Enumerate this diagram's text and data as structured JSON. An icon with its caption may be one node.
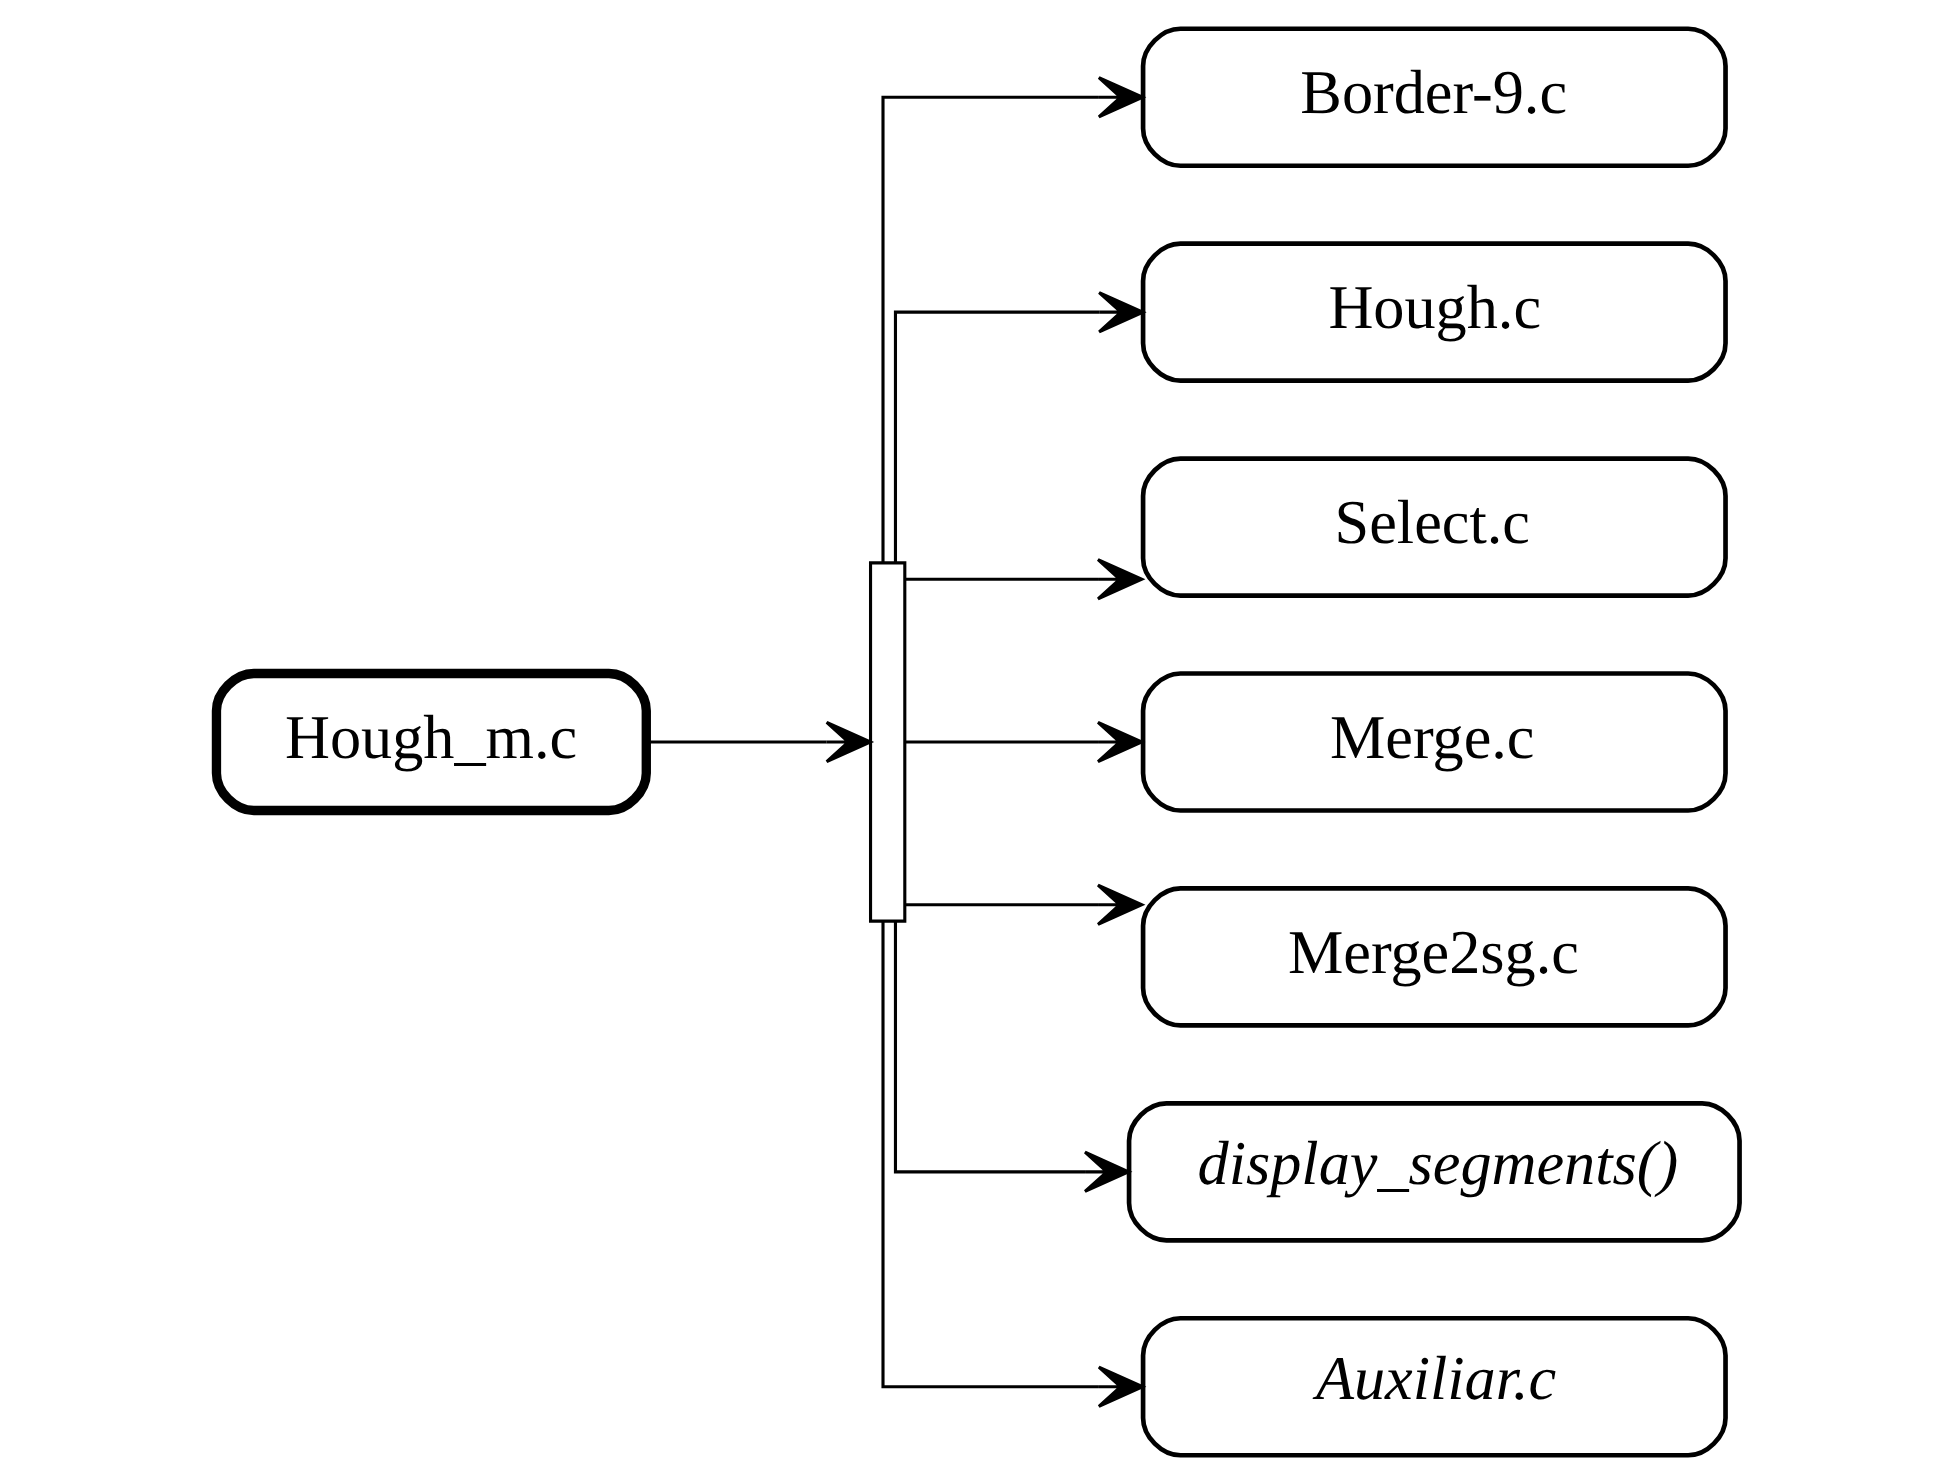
{
  "diagram": {
    "nodes": [
      {
        "text": [
          "Hough_m.c"
        ]
      },
      {
        "text": [],
        "shape": "bar"
      },
      {
        "text": [
          "Border-9.c"
        ]
      },
      {
        "text": [
          "Hough.c"
        ]
      },
      {
        "text": [
          "Select.c"
        ]
      },
      {
        "text": [
          "Merge.c"
        ]
      },
      {
        "text": [
          "Merge2sg.c"
        ]
      },
      {
        "text": [
          "display_segments()"
        ]
      },
      {
        "text": [
          "Auxiliar.c"
        ]
      }
    ],
    "edges": [
      {
        "from": 0,
        "to": 1,
        "arrow": "to"
      },
      {
        "from": 1,
        "to": 2,
        "arrow": "to"
      },
      {
        "from": 1,
        "to": 3,
        "arrow": "to"
      },
      {
        "from": 1,
        "to": 4,
        "arrow": "to"
      },
      {
        "from": 1,
        "to": 5,
        "arrow": "to"
      },
      {
        "from": 1,
        "to": 6,
        "arrow": "to"
      },
      {
        "from": 1,
        "to": 7,
        "arrow": "to"
      },
      {
        "from": 1,
        "to": 8,
        "arrow": "to"
      }
    ]
  }
}
